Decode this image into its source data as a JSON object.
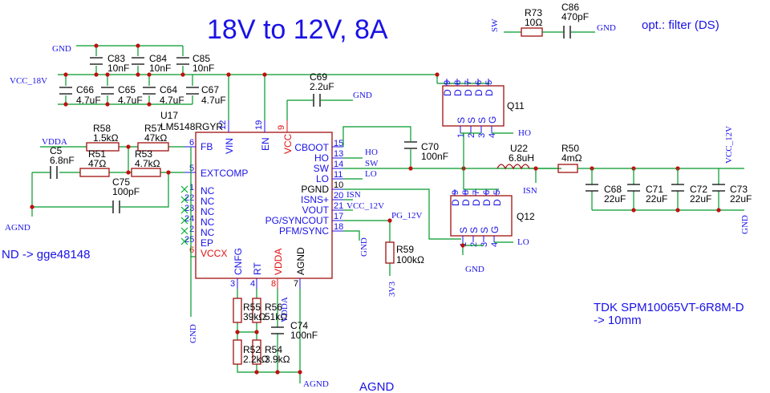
{
  "title": "18V to 12V, 8A",
  "notes": {
    "filter": "opt.: filter (DS)",
    "inductor_part": "TDK SPM10065VT-6R8M-D",
    "inductor_size": " -> 10mm",
    "replace": "ND -> gge48148"
  },
  "nets": {
    "gnd": "GND",
    "agnd": "AGND",
    "vcc_18v": "VCC_18V",
    "vcc_12v": "VCC_12V",
    "vdda": "VDDA",
    "sw": "SW",
    "ho": "HO",
    "lo": "LO",
    "isn": "ISN",
    "pg_12v": "PG_12V",
    "v3v3": "3V3"
  },
  "ic": {
    "designator": "U17",
    "part": "LM5148RGYR",
    "pins": {
      "fb": "FB",
      "extcomp": "EXTCOMP",
      "nc": "NC",
      "ep": "EP",
      "vccx": "VCCX",
      "vin": "VIN",
      "en": "EN",
      "vcc": "VCC",
      "cboot": "CBOOT",
      "ho": "HO",
      "sw": "SW",
      "lo": "LO",
      "pgnd": "PGND",
      "isns": "ISNS+",
      "vout": "VOUT",
      "pg": "PG/SYNCOUT",
      "pfm": "PFM/SYNC",
      "cnfg": "CNFG",
      "rt": "RT",
      "vdda": "VDDA",
      "agnd": "AGND"
    },
    "pin_numbers": {
      "vin": "12",
      "en": "19",
      "vcc": "9",
      "fb": "6",
      "extcomp": "5",
      "nc1": "1",
      "nc2": "22",
      "nc3": "23",
      "nc4": "24",
      "nc5": "2",
      "ep": "25",
      "vccx": "6",
      "cboot": "15",
      "ho": "13",
      "sw": "14",
      "lo": "11",
      "pgnd": "10",
      "isns": "20",
      "vout": "21",
      "pg": "17",
      "pfm": "18",
      "cnfg": "3",
      "rt": "4",
      "vdda": "8",
      "agnd": "7"
    }
  },
  "components": {
    "c83": {
      "ref": "C83",
      "value": "10nF"
    },
    "c84": {
      "ref": "C84",
      "value": "10nF"
    },
    "c85": {
      "ref": "C85",
      "value": "10nF"
    },
    "c66": {
      "ref": "C66",
      "value": "4.7uF"
    },
    "c65": {
      "ref": "C65",
      "value": "4.7uF"
    },
    "c64": {
      "ref": "C64",
      "value": "4.7uF"
    },
    "c67": {
      "ref": "C67",
      "value": "4.7uF"
    },
    "c69": {
      "ref": "C69",
      "value": "2.2uF"
    },
    "c70": {
      "ref": "C70",
      "value": "100nF"
    },
    "c5": {
      "ref": "C5",
      "value": "6.8nF"
    },
    "c75": {
      "ref": "C75",
      "value": "100pF"
    },
    "c74": {
      "ref": "C74",
      "value": "100nF"
    },
    "c86": {
      "ref": "C86",
      "value": "470pF"
    },
    "c68": {
      "ref": "C68",
      "value": "22uF"
    },
    "c71": {
      "ref": "C71",
      "value": "22uF"
    },
    "c72": {
      "ref": "C72",
      "value": "22uF"
    },
    "c73": {
      "ref": "C73",
      "value": "22uF"
    },
    "r58": {
      "ref": "R58",
      "value": "1.5kΩ"
    },
    "r57": {
      "ref": "R57",
      "value": "47kΩ"
    },
    "r51": {
      "ref": "R51",
      "value": "47Ω"
    },
    "r53": {
      "ref": "R53",
      "value": "4.7kΩ"
    },
    "r73": {
      "ref": "R73",
      "value": "10Ω"
    },
    "r50": {
      "ref": "R50",
      "value": "4mΩ"
    },
    "r59": {
      "ref": "R59",
      "value": "100kΩ"
    },
    "r55": {
      "ref": "R55",
      "value": "39kΩ"
    },
    "r56": {
      "ref": "R56",
      "value": "51kΩ"
    },
    "r52": {
      "ref": "R52",
      "value": "2.2kΩ"
    },
    "r54": {
      "ref": "R54",
      "value": "3.9kΩ"
    },
    "l22": {
      "ref": "U22",
      "value": "6.8uH"
    },
    "q11": {
      "ref": "Q11"
    },
    "q12": {
      "ref": "Q12"
    }
  },
  "mosfet_pins": {
    "d": "D",
    "s": "S",
    "g": "G",
    "q11_top": [
      "9",
      "8",
      "7",
      "6",
      "5"
    ],
    "q11_bottom": [
      "1",
      "2",
      "3",
      "4"
    ],
    "q12_top": [
      "9",
      "8",
      "7",
      "6",
      "5"
    ],
    "q12_bottom": [
      "1",
      "2",
      "3",
      "4"
    ]
  }
}
